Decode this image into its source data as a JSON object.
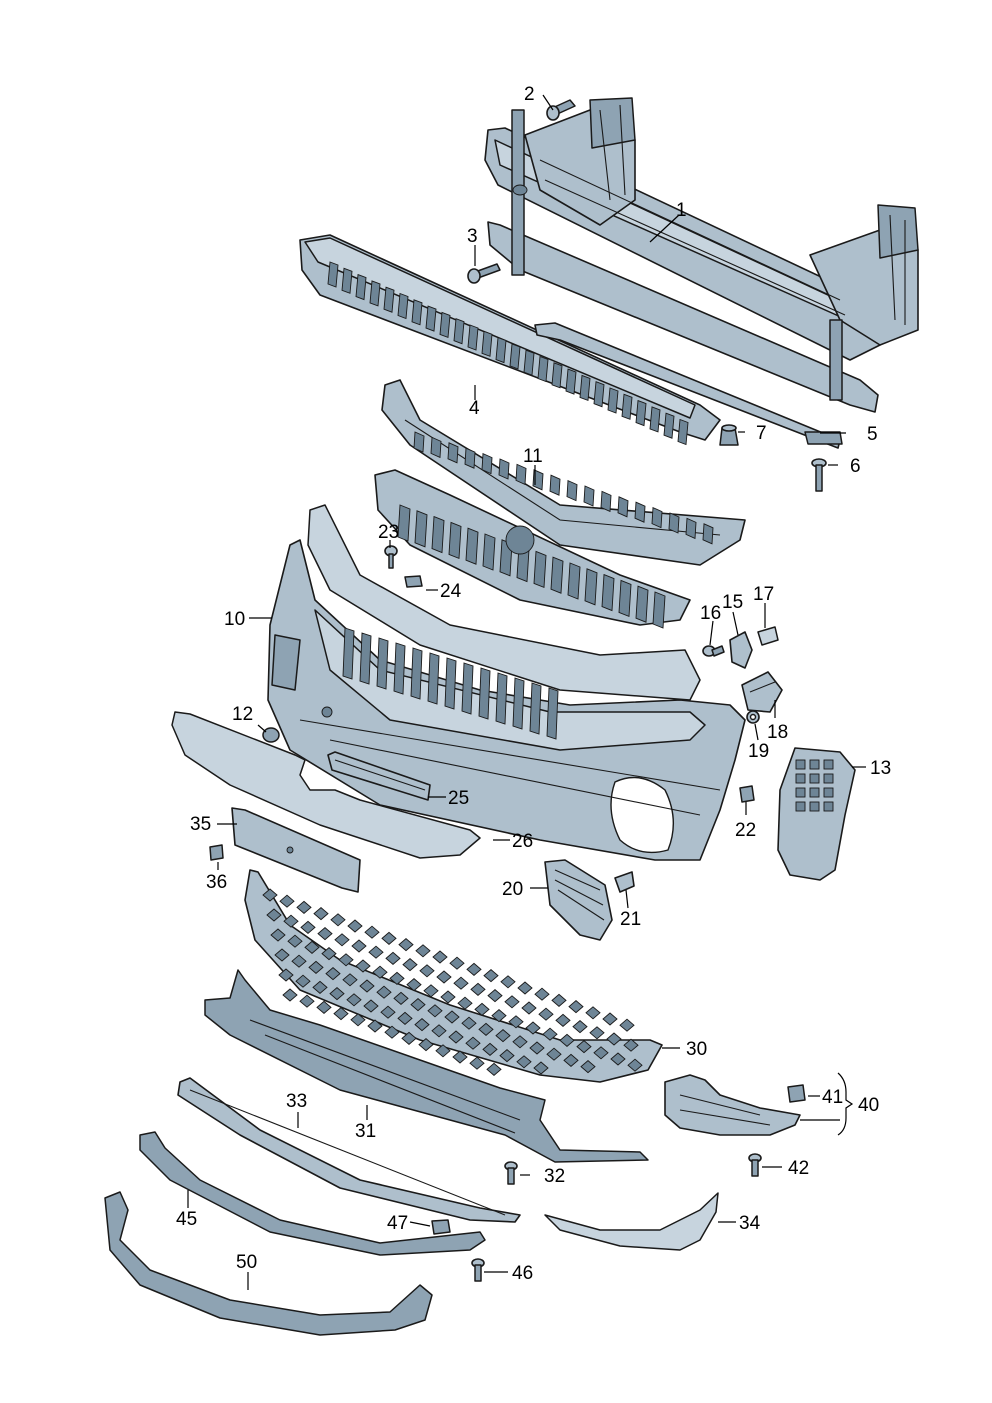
{
  "diagram": {
    "callouts": [
      {
        "id": "c1",
        "label": "1"
      },
      {
        "id": "c2",
        "label": "2"
      },
      {
        "id": "c3",
        "label": "3"
      },
      {
        "id": "c4",
        "label": "4"
      },
      {
        "id": "c5",
        "label": "5"
      },
      {
        "id": "c6",
        "label": "6"
      },
      {
        "id": "c7",
        "label": "7"
      },
      {
        "id": "c10",
        "label": "10"
      },
      {
        "id": "c11",
        "label": "11"
      },
      {
        "id": "c12",
        "label": "12"
      },
      {
        "id": "c13",
        "label": "13"
      },
      {
        "id": "c15",
        "label": "15"
      },
      {
        "id": "c16",
        "label": "16"
      },
      {
        "id": "c17",
        "label": "17"
      },
      {
        "id": "c18",
        "label": "18"
      },
      {
        "id": "c19",
        "label": "19"
      },
      {
        "id": "c20",
        "label": "20"
      },
      {
        "id": "c21",
        "label": "21"
      },
      {
        "id": "c22",
        "label": "22"
      },
      {
        "id": "c23",
        "label": "23"
      },
      {
        "id": "c24",
        "label": "24"
      },
      {
        "id": "c25",
        "label": "25"
      },
      {
        "id": "c26",
        "label": "26"
      },
      {
        "id": "c30",
        "label": "30"
      },
      {
        "id": "c31",
        "label": "31"
      },
      {
        "id": "c32",
        "label": "32"
      },
      {
        "id": "c33",
        "label": "33"
      },
      {
        "id": "c34",
        "label": "34"
      },
      {
        "id": "c35",
        "label": "35"
      },
      {
        "id": "c36",
        "label": "36"
      },
      {
        "id": "c40",
        "label": "40"
      },
      {
        "id": "c41",
        "label": "41"
      },
      {
        "id": "c42",
        "label": "42"
      },
      {
        "id": "c45",
        "label": "45"
      },
      {
        "id": "c46",
        "label": "46"
      },
      {
        "id": "c47",
        "label": "47"
      },
      {
        "id": "c50",
        "label": "50"
      }
    ]
  }
}
